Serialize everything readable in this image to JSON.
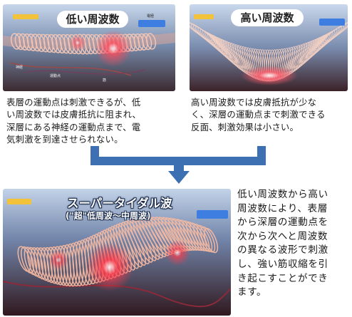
{
  "panels": {
    "low": {
      "title": "低い周波数",
      "electrode_label": "電極",
      "tissue_labels": [
        "神経",
        "運動点",
        "筋"
      ],
      "description": [
        "表層の運動点は刺激できるが、低",
        "い周波数では皮膚抵抗に阻まれ、",
        "深層にある神経の運動点まで、電",
        "気刺激を到達させられない。"
      ]
    },
    "high": {
      "title": "高い周波数",
      "description": [
        "高い周波数では皮膚抵抗が少な",
        "く、深層の運動点まで刺激できる",
        "反面、刺激効果は小さい。"
      ]
    },
    "super": {
      "title": "スーパータイダル波",
      "subtitle": "(\"超\"低周波〜中周波)",
      "description": [
        "低い周波数から高い",
        "周波数により、表層",
        "から深層の運動点を",
        "次から次へと周波数",
        "の異なる波形で刺激",
        "し、強い筋収縮を引",
        "き起こすことができ",
        "ます。"
      ]
    }
  },
  "colors": {
    "connector": "#3d6fb3",
    "tissue_top": "#8aa6c8",
    "tissue_bottom": "#3a2020",
    "electrode_blue": "#3d7ee0",
    "electrode_yellow": "#f2c23a",
    "coil": "#f5c3b0",
    "glow": "#ff3a4a"
  },
  "icons": {
    "connector": "down-arrow-icon"
  }
}
